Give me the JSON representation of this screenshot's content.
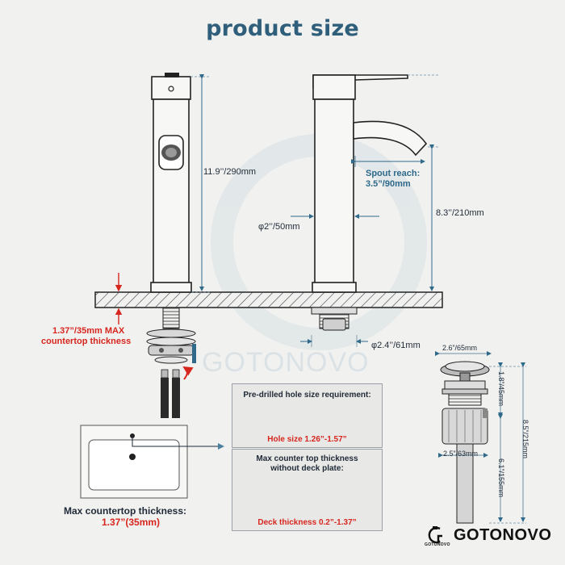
{
  "title": "product size",
  "watermark": "GOTONOVO",
  "dimensions": {
    "height": "11.9’’/290mm",
    "spout_reach_label": "Spout reach:",
    "spout_reach_value": "3.5”/90mm",
    "spout_height": "8.3’’/210mm",
    "body_diameter": "φ2’’/50mm",
    "base_diameter": "φ2.4’’/61mm",
    "countertop_line1": "1.37”/35mm MAX",
    "countertop_line2": "countertop thickness"
  },
  "hole_box": {
    "title": "Pre-drilled hole size requirement:",
    "value": "Hole size 1.26”-1.57”"
  },
  "deck_box": {
    "title_line1": "Max counter top thickness",
    "title_line2": "without deck plate:",
    "value": "Deck thickness 0.2”-1.37”"
  },
  "sink_caption": {
    "line1": "Max countertop thickness:",
    "line2": "1.37”(35mm)"
  },
  "drain": {
    "top_width": "2.6”/65mm",
    "cap_height": "1.8”/45mm",
    "total_height": "8.5”/215mm",
    "body_width": "2.5”/63mm",
    "pipe_height": "6.1”/155mm"
  },
  "brand": {
    "name": "GOTONOVO",
    "sub": "GOTONOVO",
    "logo": "g-logo-icon"
  },
  "colors": {
    "title": "#2f5f7a",
    "accent_blue": "#2f6a8a",
    "accent_red": "#d7261e",
    "background": "#f1f1f0"
  }
}
